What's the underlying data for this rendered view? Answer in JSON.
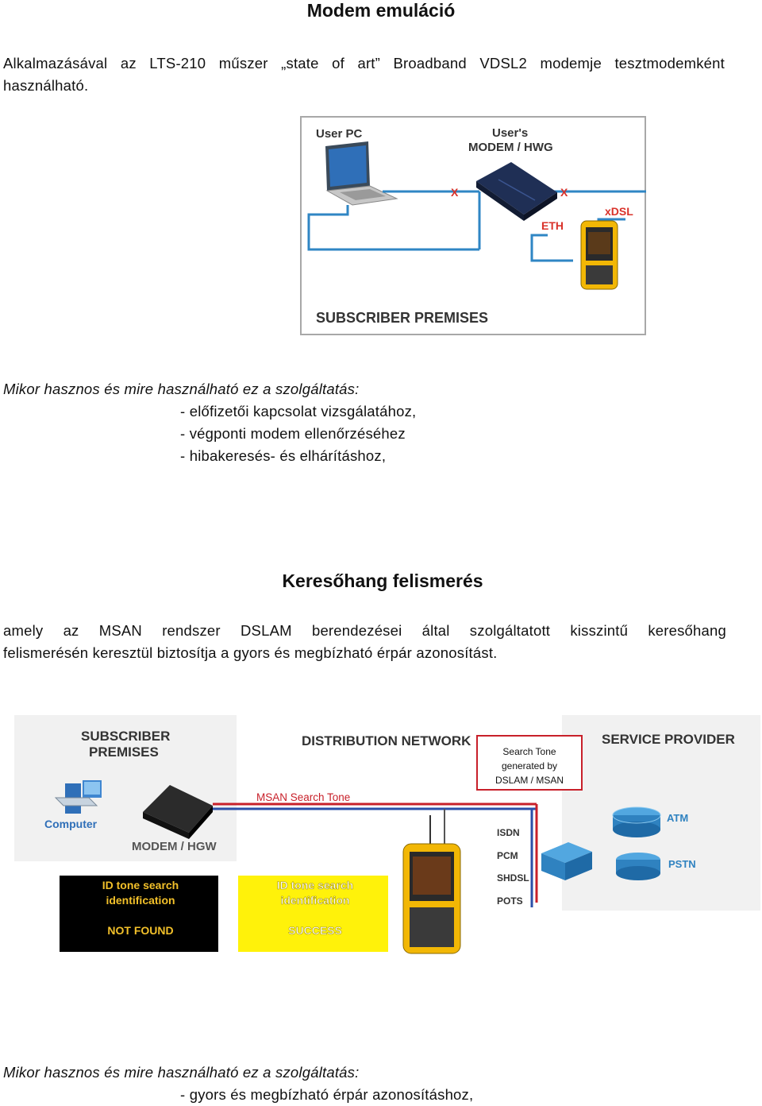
{
  "heading1": "Modem emuláció",
  "intro": {
    "line1": "Alkalmazásával az LTS-210 műszer „state of art” Broadband VDSL2 modemje tesztmodemként",
    "line2": "használható."
  },
  "figure1": {
    "user_pc": "User PC",
    "users": "User's",
    "modem_hwg": "MODEM / HWG",
    "x_mark": "X",
    "eth": "ETH",
    "xdsl": "xDSL",
    "subscriber_premises": "SUBSCRIBER PREMISES"
  },
  "usage1": {
    "question": "Mikor hasznos és mire használható ez a szolgáltatás:",
    "items": [
      "- előfizetői kapcsolat vizsgálatához,",
      "- végponti modem ellenőrzéséhez",
      "- hibakeresés- és elhárításhoz,"
    ]
  },
  "heading2": "Keresőhang felismerés",
  "para2": {
    "line1": "amely az MSAN rendszer DSLAM berendezései által szolgáltatott kisszintű keresőhang",
    "line2": "felismerésén keresztül biztosítja a gyors és megbízható érpár azonosítást."
  },
  "figure2": {
    "subscriber": "SUBSCRIBER",
    "premises": "PREMISES",
    "computer": "Computer",
    "modem_hgw": "MODEM / HGW",
    "distribution_network": "DISTRIBUTION NETWORK",
    "service_provider": "SERVICE PROVIDER",
    "msan_search_tone": "MSAN Search Tone",
    "callout": [
      "Search Tone",
      "generated by",
      "DSLAM / MSAN"
    ],
    "services": [
      "ISDN",
      "PCM",
      "SHDSL",
      "POTS"
    ],
    "atm": "ATM",
    "pstn": "PSTN",
    "panel_black": {
      "line1": "ID tone search",
      "line2": "identification",
      "status": "NOT FOUND"
    },
    "panel_yellow": {
      "line1": "ID tone search",
      "line2": "identification",
      "status": "SUCCESS"
    }
  },
  "usage2": {
    "question": "Mikor hasznos és mire használható ez a szolgáltatás:",
    "items": [
      "- gyors és megbízható érpár azonosításhoz,"
    ]
  }
}
